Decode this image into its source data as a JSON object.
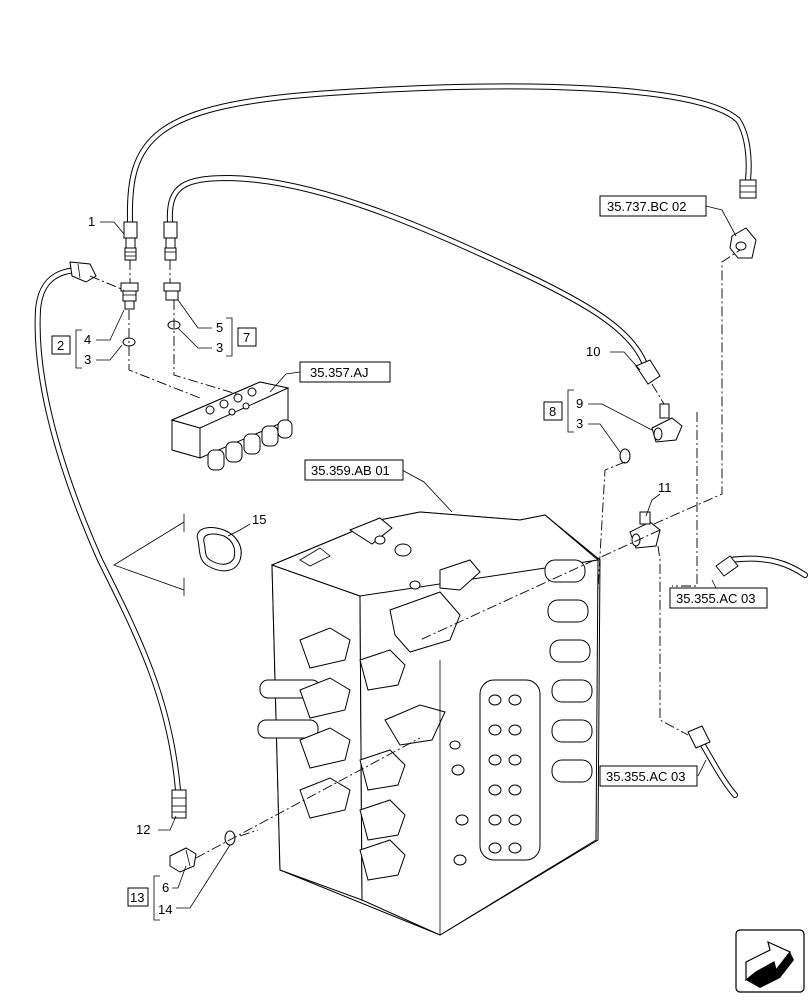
{
  "callouts": {
    "p1": "1",
    "p2": "2",
    "p3a": "3",
    "p3b": "3",
    "p3c": "3",
    "p4": "4",
    "p5": "5",
    "p6": "6",
    "p7": "7",
    "p8": "8",
    "p9": "9",
    "p10": "10",
    "p11": "11",
    "p12": "12",
    "p13": "13",
    "p14": "14",
    "p15": "15"
  },
  "references": {
    "ref_35_737_bc_02": "35.737.BC 02",
    "ref_35_357_aj": "35.357.AJ",
    "ref_35_359_ab_01": "35.359.AB 01",
    "ref_35_355_ac_03_upper": "35.355.AC 03",
    "ref_35_355_ac_03_lower": "35.355.AC 03"
  }
}
